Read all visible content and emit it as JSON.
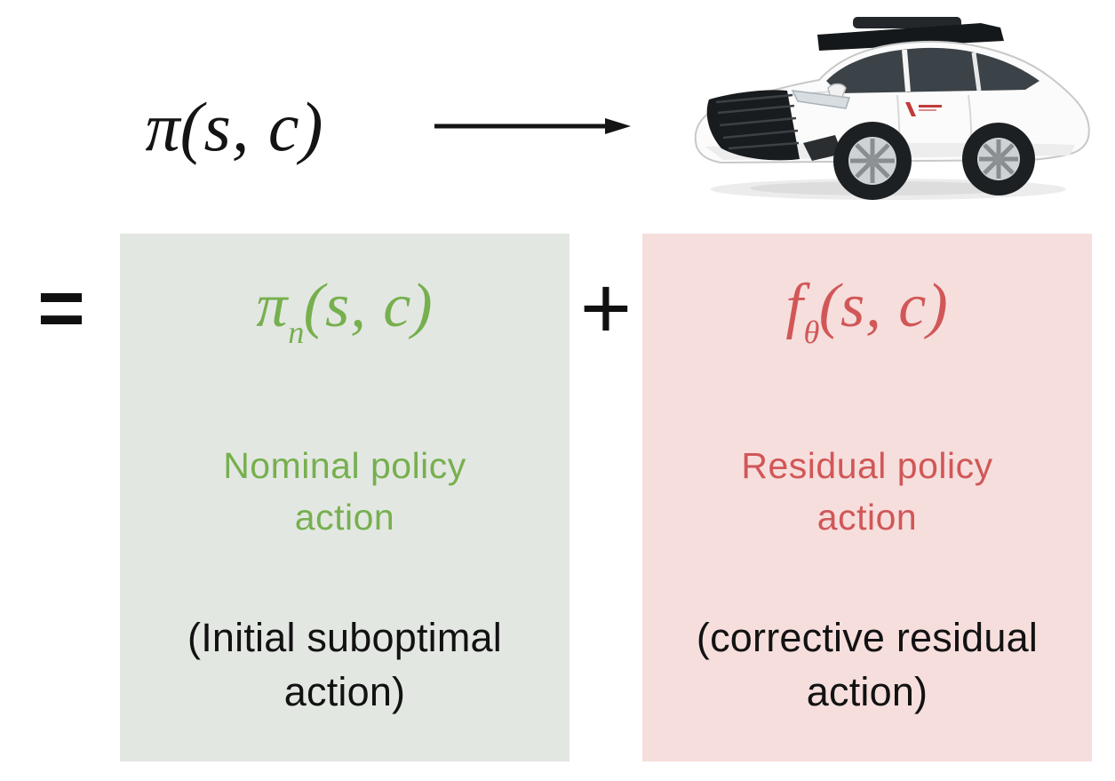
{
  "colors": {
    "green_text": "#76b04e",
    "green_bg": "#e3e7e2",
    "red_text": "#d15757",
    "red_bg": "#f6dedd",
    "ink": "#141414"
  },
  "icons": {
    "right_arrow": "→",
    "car": "autonomous-car"
  },
  "formula": {
    "lhs": {
      "base": "π",
      "args": "(s, c)"
    },
    "equals": "=",
    "plus": "+",
    "nominal": {
      "base": "π",
      "sub": "n",
      "args": "(s, c)"
    },
    "residual": {
      "base": "f",
      "sub": "θ",
      "args": "(s, c)"
    }
  },
  "nominal_box": {
    "title": [
      "Nominal policy",
      "action"
    ],
    "note": [
      "(Initial suboptimal",
      "action)"
    ]
  },
  "residual_box": {
    "title": [
      "Residual policy",
      "action"
    ],
    "note": [
      "(corrective residual",
      "action)"
    ]
  }
}
